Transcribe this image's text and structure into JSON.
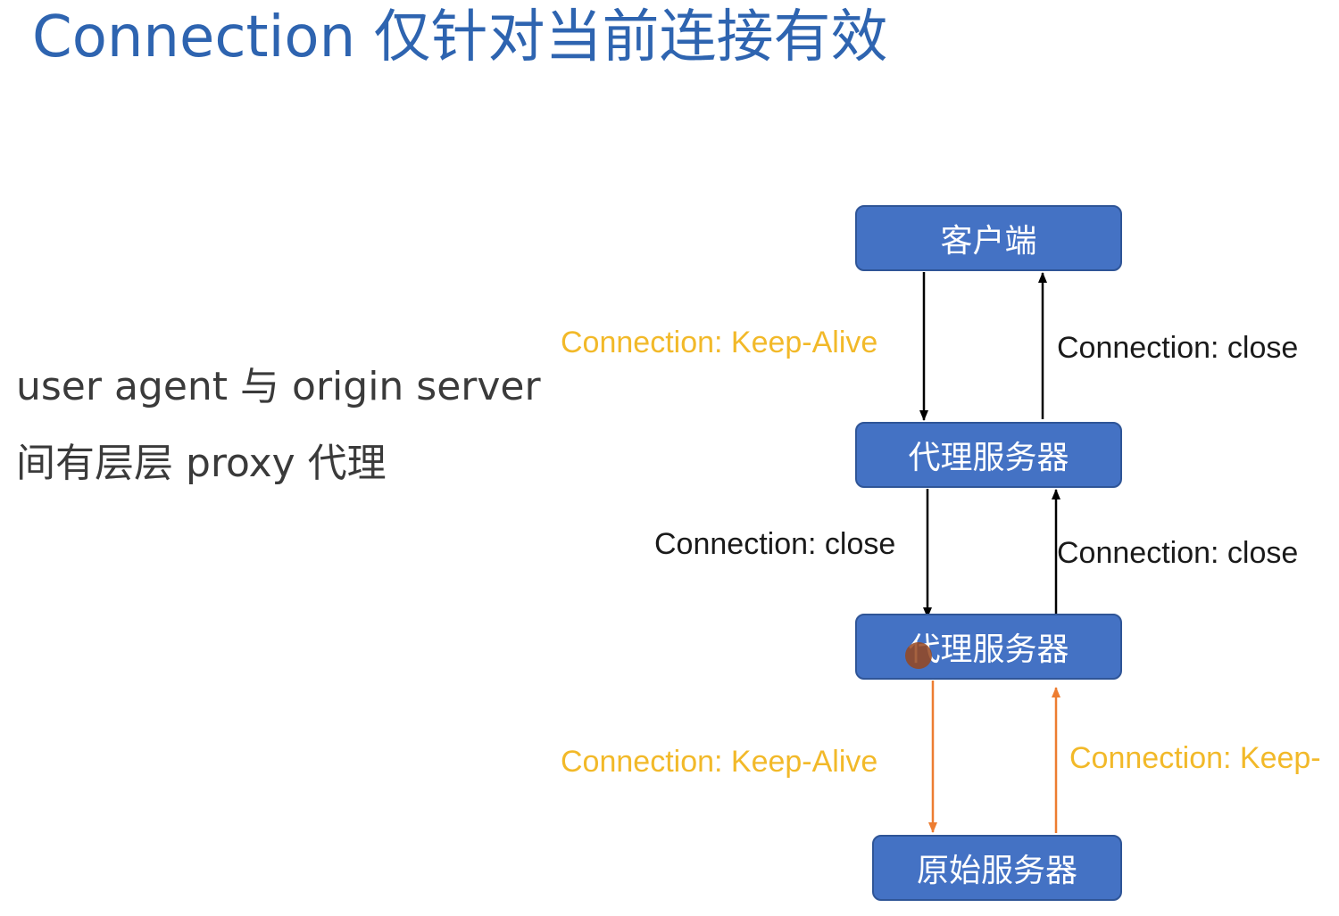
{
  "title": "Connection 仅针对当前连接有效",
  "body": {
    "line1": "user agent 与 origin server",
    "line2": "间有层层 proxy 代理"
  },
  "diagram": {
    "nodes": {
      "client": "客户端",
      "proxy1": "代理服务器",
      "proxy2": "代理服务器",
      "origin": "原始服务器"
    },
    "edges": {
      "client_to_proxy1": "Connection: Keep-Alive",
      "proxy1_to_client": "Connection: close",
      "proxy1_to_proxy2": "Connection: close",
      "proxy2_to_proxy1": "Connection: close",
      "proxy2_to_origin": "Connection: Keep-Alive",
      "origin_to_proxy2": "Connection: Keep-"
    }
  },
  "colors": {
    "title": "#2e64b0",
    "node_fill": "#4472c4",
    "keep_alive_label": "#f2b929",
    "close_label": "#1a1a1a",
    "arrow_black": "#000000",
    "arrow_orange": "#ed7d31"
  }
}
